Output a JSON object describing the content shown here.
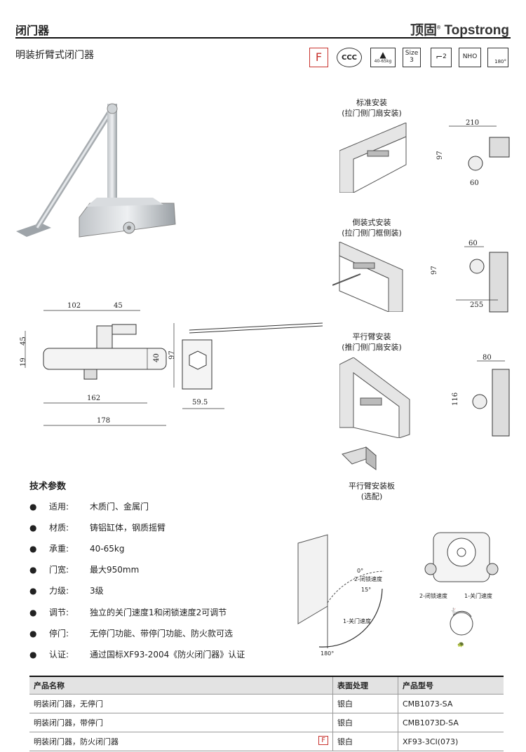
{
  "header": {
    "title": "闭门器",
    "brand_cn": "顶固",
    "brand_en": "Topstrong"
  },
  "subtitle": "明装折臂式闭门器",
  "certs": [
    {
      "label": "F"
    },
    {
      "label": "CCC"
    },
    {
      "label": "40-65kg"
    },
    {
      "label": "Size 3"
    },
    {
      "label": "2"
    },
    {
      "label": "NHO"
    },
    {
      "label": "180°"
    }
  ],
  "drawing": {
    "dims": [
      "102",
      "45",
      "19",
      "45",
      "40",
      "97",
      "162",
      "178",
      "59.5"
    ]
  },
  "installs": [
    {
      "title": "标准安装",
      "sub": "(拉门侧门扇安装)",
      "dims": [
        "210",
        "97",
        "60"
      ]
    },
    {
      "title": "倒装式安装",
      "sub": "(拉门侧门框侧装)",
      "dims": [
        "60",
        "97",
        "255"
      ]
    },
    {
      "title": "平行臂安装",
      "sub": "(推门侧门扇安装)",
      "dims": [
        "80",
        "116"
      ]
    }
  ],
  "plate": {
    "title": "平行臂安装板",
    "sub": "(选配)"
  },
  "speed_diagram": {
    "labels": [
      "0°",
      "2-闭锁速度",
      "15°",
      "1-关门速度",
      "180°"
    ]
  },
  "valve_diagram": {
    "labels": [
      "2-闭锁速度",
      "1-关门速度"
    ]
  },
  "specs": {
    "heading": "技术参数",
    "rows": [
      {
        "k": "适用:",
        "v": "木质门、金属门"
      },
      {
        "k": "材质:",
        "v": "铸铝缸体，钢质摇臂"
      },
      {
        "k": "承重:",
        "v": "40-65kg"
      },
      {
        "k": "门宽:",
        "v": "最大950mm"
      },
      {
        "k": "力级:",
        "v": "3级"
      },
      {
        "k": "调节:",
        "v": "独立的关门速度1和闭锁速度2可调节"
      },
      {
        "k": "停门:",
        "v": "无停门功能、带停门功能、防火款可选"
      },
      {
        "k": "认证:",
        "v": "通过国标XF93-2004《防火闭门器》认证"
      }
    ]
  },
  "table": {
    "headers": [
      "产品名称",
      "表面处理",
      "产品型号"
    ],
    "rows": [
      {
        "name": "明装闭门器，无停门",
        "finish": "银白",
        "model": "CMB1073-SA",
        "fire": ""
      },
      {
        "name": "明装闭门器，带停门",
        "finish": "银白",
        "model": "CMB1073D-SA",
        "fire": ""
      },
      {
        "name": "明装闭门器，防火闭门器",
        "finish": "银白",
        "model": "XF93-3CI(073)",
        "fire": "F"
      }
    ]
  }
}
